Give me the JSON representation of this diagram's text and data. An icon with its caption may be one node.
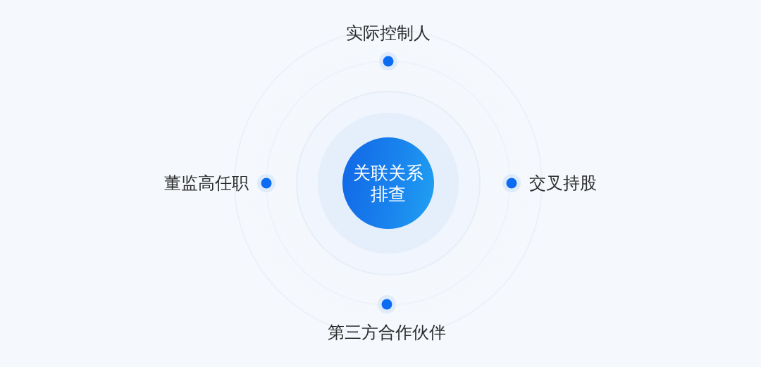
{
  "diagram": {
    "nodes": [
      {
        "text": [
          "关联关系排查"
        ]
      },
      {
        "text": [],
        "shape": "circle",
        "beside": [
          "实际控制人"
        ]
      },
      {
        "text": [],
        "shape": "circle",
        "beside": [
          "董监高任职"
        ]
      },
      {
        "text": [],
        "shape": "circle",
        "beside": [
          "交叉持股"
        ]
      },
      {
        "text": [],
        "shape": "circle",
        "beside": [
          "第三方合作伙伴"
        ]
      }
    ]
  }
}
